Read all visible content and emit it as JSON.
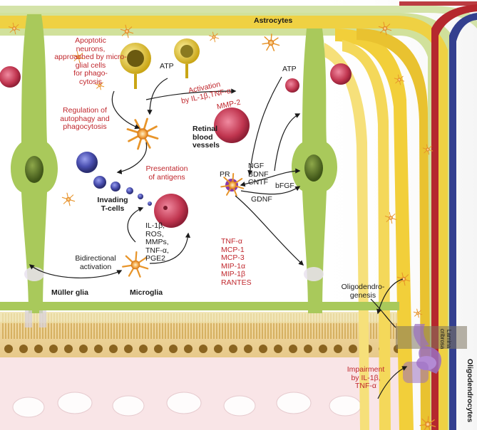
{
  "labels": {
    "astrocytes": "Astrocytes",
    "apoptotic": "Apoptotic\nneurons,\napproached by micro-\nglial cells\nfor phago-\ncytosis",
    "regulation": "Regulation of\nautophagy and\nphagocytosis",
    "atp_left": "ATP",
    "atp_right": "ATP",
    "activation": "Activation\nby IL-1β,TNF-α",
    "mmp2": "MMP-2",
    "retinal_vessels": "Retinal\nblood\nvessels",
    "presentation": "Presentation\nof antigens",
    "invading": "Invading\nT-cells",
    "pr": "PR",
    "ngf_group": "NGF\nBDNF\nCNTF",
    "bfgf": "bFGF",
    "gdnf": "GDNF",
    "il_group": "IL-1β,\nROS,\nMMPs,\nTNF-α,\nPGE2",
    "bidirectional": "Bidirectional\nactivation",
    "tnf_group": "TNF-α\nMCP-1\nMCP-3\nMIP-1α\nMIP-1β\nRANTES",
    "muller": "Müller glia",
    "microglia": "Microglia",
    "oligodendrogenesis": "Oligodendro-\ngenesis",
    "lamina": "Lamina\ncribrosa",
    "oligodendrocytes": "Oligodendrocytes",
    "impairment": "Impairment\nby IL-1β,\nTNF-α"
  },
  "colors": {
    "label_red": "#c0272d",
    "label_black": "#1a1a1a",
    "muller_green": "#a9c95b",
    "axon_yellow": "#f2cf3a",
    "vessel_red": "#b5282e",
    "vessel_blue": "#34408f",
    "microglia_orange": "#f0a040",
    "tcell_blue": "#4a4fb0",
    "oligo_purple": "#9a6fc0"
  }
}
